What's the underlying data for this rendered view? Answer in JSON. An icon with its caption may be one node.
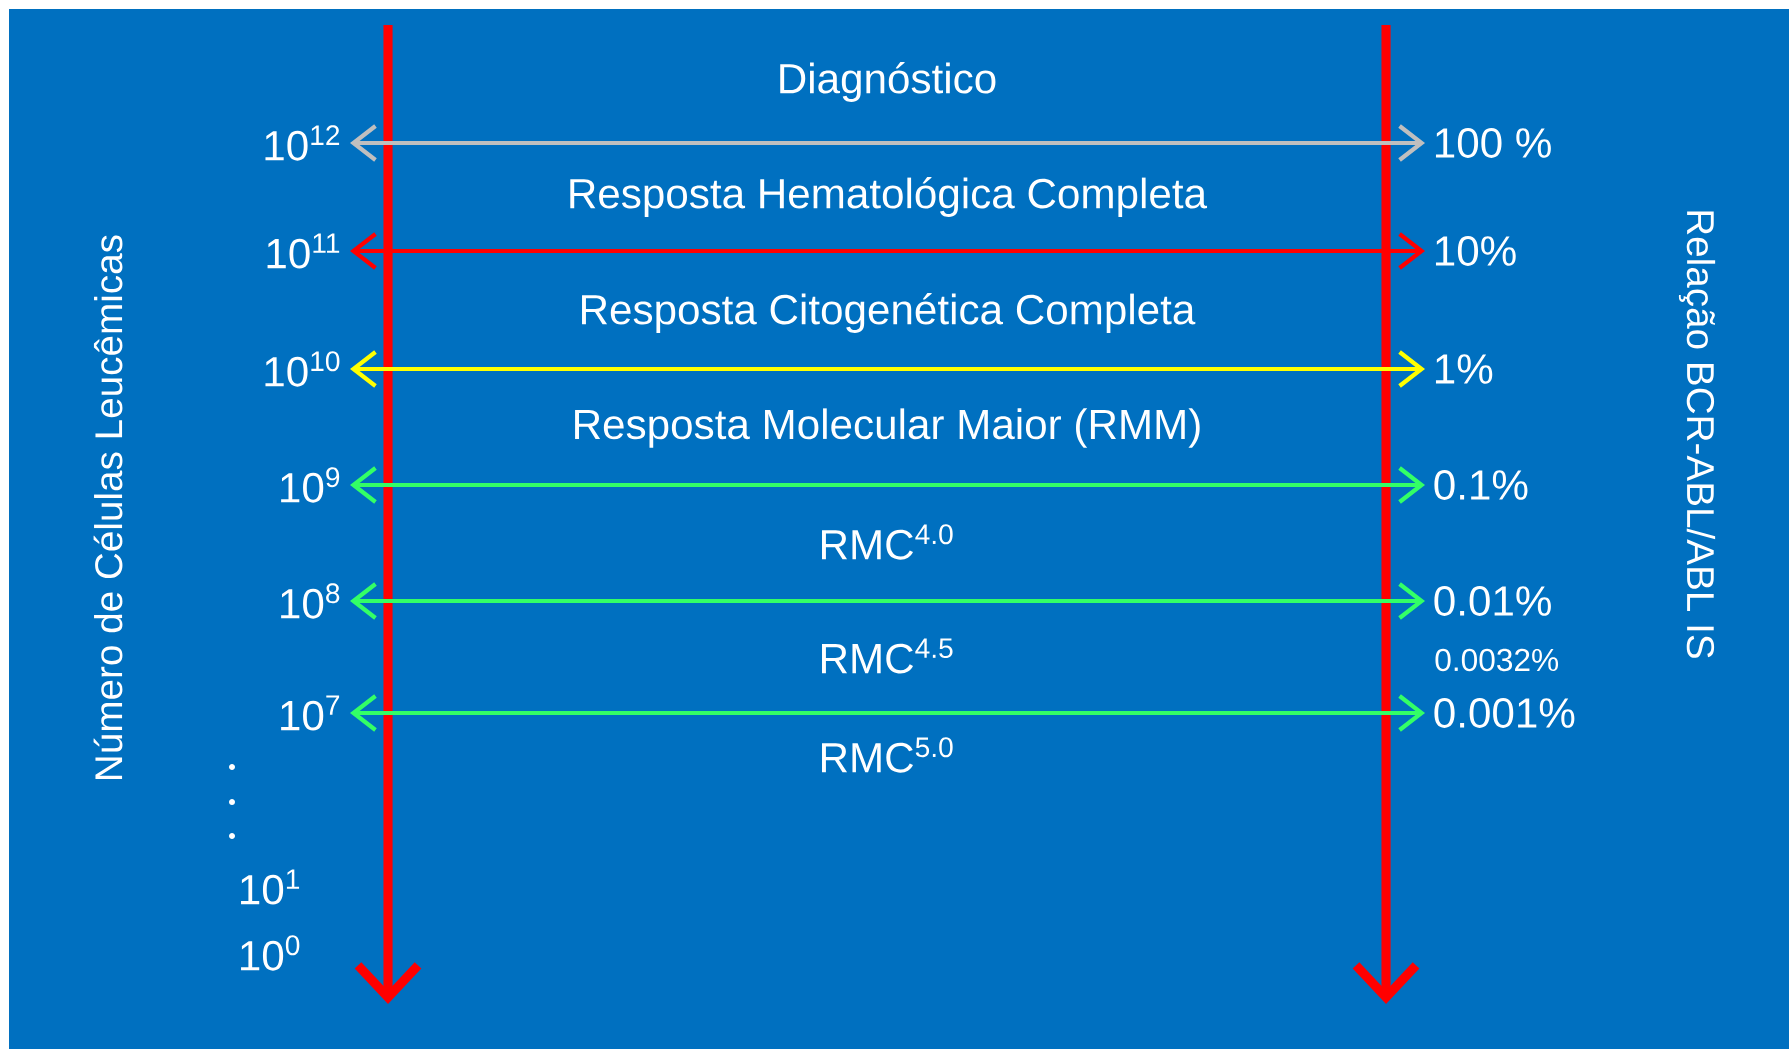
{
  "diagram": {
    "nodes": [
      {
        "text": [
          "10$^{12}$"
        ]
      },
      {
        "text": [
          "10$^{11}$"
        ]
      },
      {
        "text": [
          "10$^{10}$"
        ]
      },
      {
        "text": [
          "10$^{9}$"
        ]
      },
      {
        "text": [
          "10$^{8}$"
        ]
      },
      {
        "text": [
          "10$^{7}$"
        ]
      },
      {
        "text": [
          "100 %"
        ]
      },
      {
        "text": [
          "10%"
        ]
      },
      {
        "text": [
          "1%"
        ]
      },
      {
        "text": [
          "0.1%"
        ]
      },
      {
        "text": [
          "0.01%"
        ]
      },
      {
        "text": [
          "0.001%"
        ]
      }
    ],
    "edges": [
      {
        "from": 0,
        "to": 6,
        "arrow": "both",
        "color": "#bfbfbf"
      },
      {
        "from": 1,
        "to": 7,
        "arrow": "both",
        "color": "#ff0000"
      },
      {
        "from": 2,
        "to": 8,
        "arrow": "both",
        "color": "#ffff00"
      },
      {
        "from": 3,
        "to": 9,
        "arrow": "both"
      },
      {
        "from": 4,
        "to": 10,
        "arrow": "both"
      },
      {
        "from": 5,
        "to": 11,
        "arrow": "both"
      }
    ],
    "labels": [
      "Diagnóstico",
      "Resposta Hematológica Completa",
      "Resposta Citogenética Completa",
      "Resposta Molecular Maior (RMM)",
      "RMC$^{4.0}$",
      "RMC$^{4.5}$",
      "0.0032%",
      "RMC$^{5.0}$",
      "10$^{1}$",
      "10$^{0}$",
      "Número de Células Leucêmicas",
      "Relação BCR-ABL/ABL IS"
    ]
  }
}
